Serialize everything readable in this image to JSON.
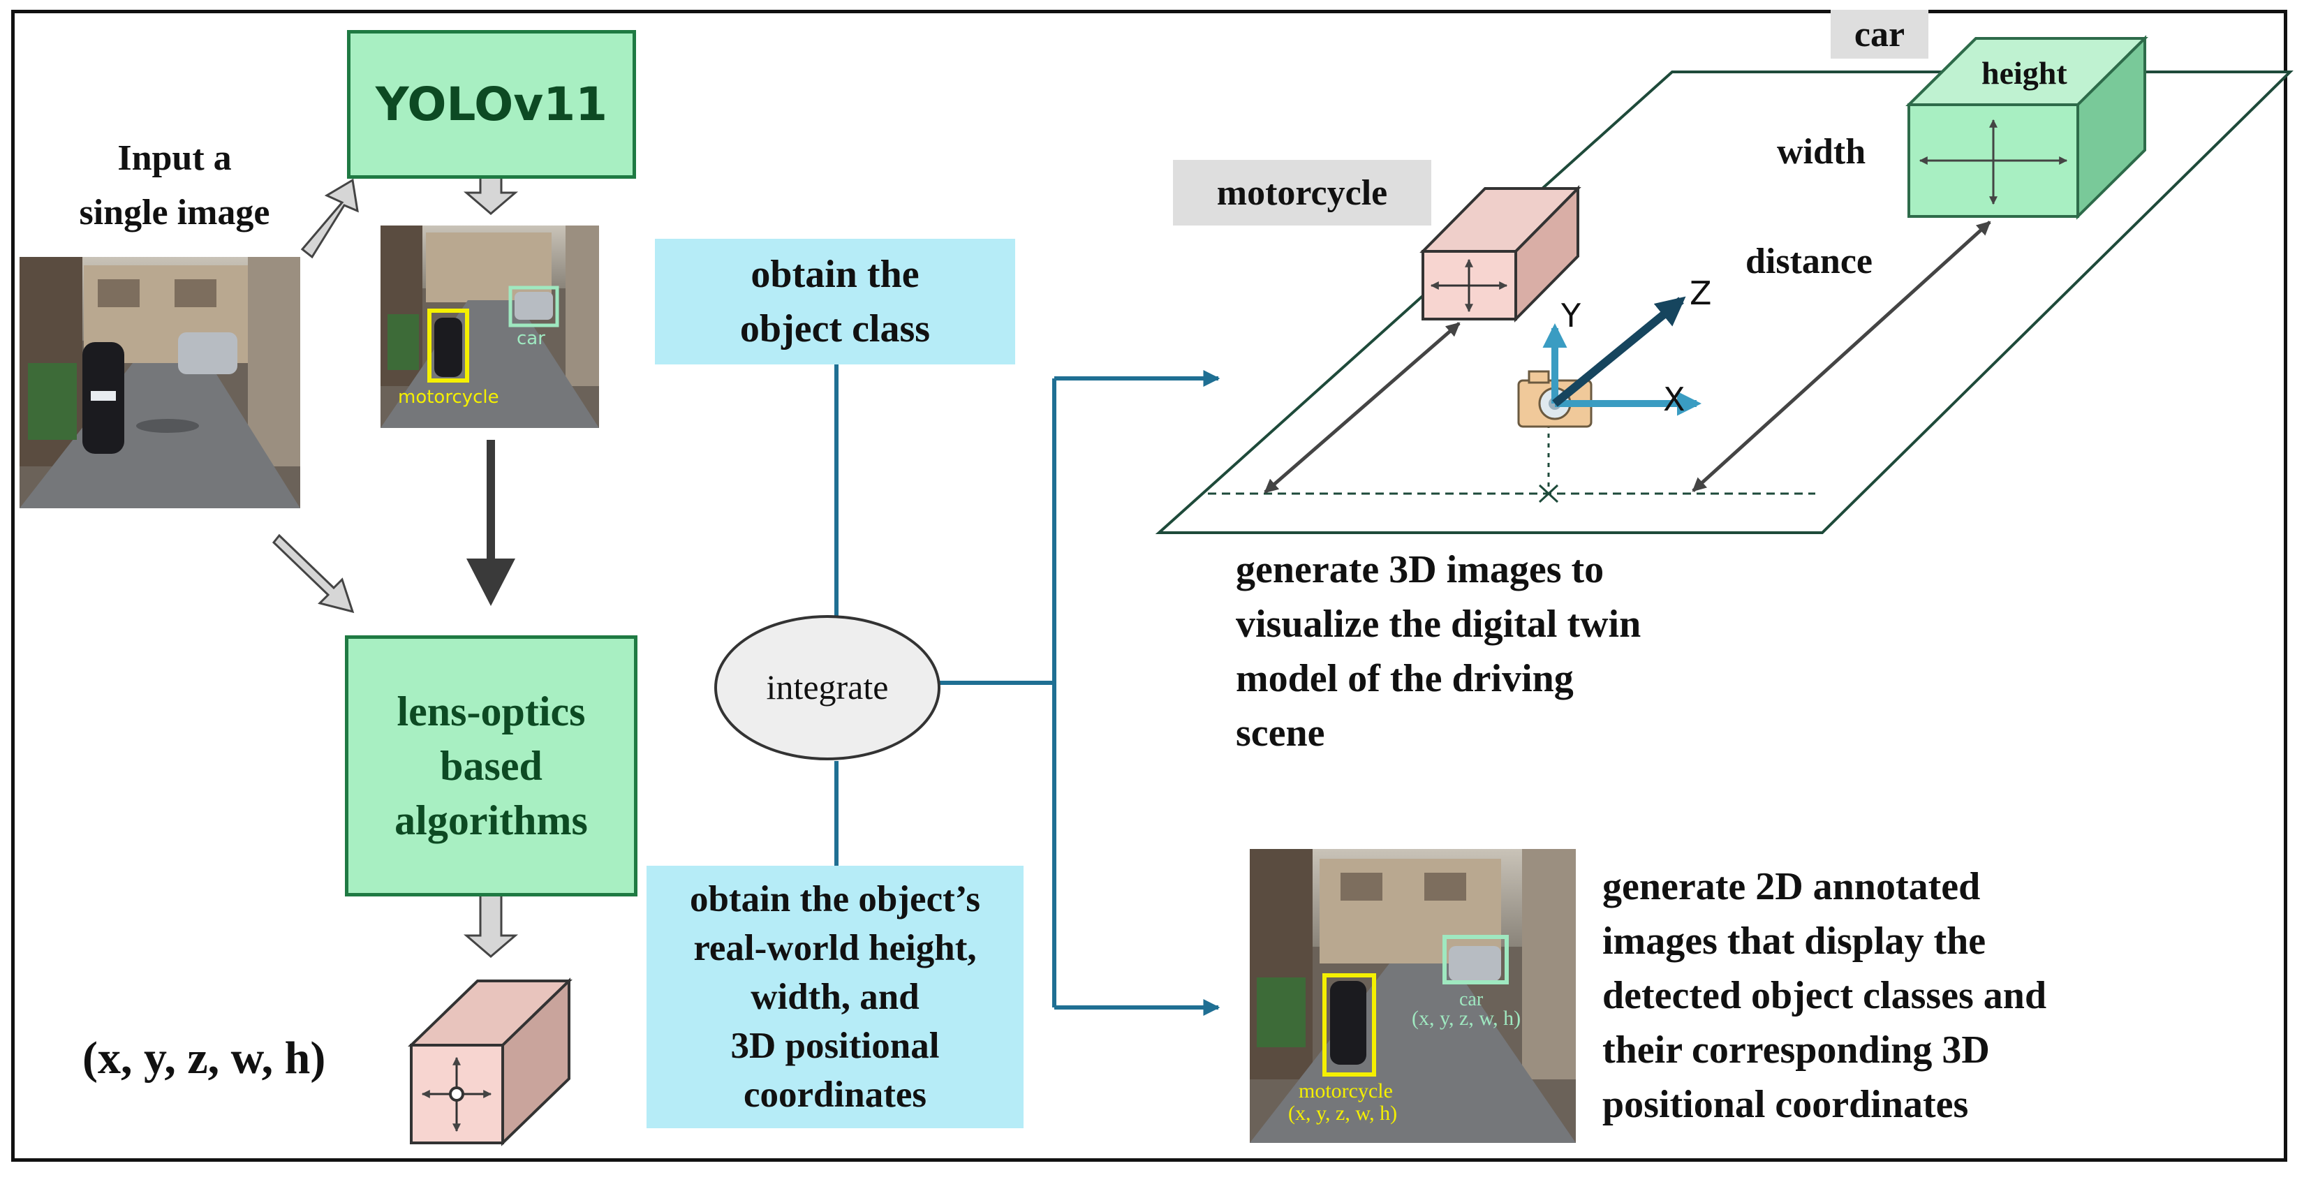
{
  "input_label": "Input a\nsingle image",
  "yolo_box": {
    "label": "YOLOv11"
  },
  "detection_labels": {
    "car": "car",
    "motorcycle": "motorcycle"
  },
  "lens_box": {
    "label": "lens-optics\nbased\nalgorithms"
  },
  "output_coords": "(x, y, z, w, h)",
  "obtain_class": "obtain the\nobject class",
  "obtain_dims": "obtain the object’s\nreal-world height,\nwidth, and\n3D positional\ncoordinates",
  "integrate": "integrate",
  "scene3d": {
    "car_tag": "car",
    "motorcycle_tag": "motorcycle",
    "height_label": "height",
    "width_label": "width",
    "distance_label": "distance",
    "axis_x": "X",
    "axis_y": "Y",
    "axis_z": "Z"
  },
  "desc_3d": "generate 3D images to\nvisualize the digital twin\nmodel of the driving\nscene",
  "annot2d": {
    "car_label": "car",
    "car_coords": "(x, y, z, w, h)",
    "moto_label": "motorcycle",
    "moto_coords": "(x, y, z, w, h)"
  },
  "desc_2d": "generate 2D annotated\nimages that display the\ndetected object classes and\ntheir corresponding 3D\npositional coordinates",
  "colors": {
    "green_fill": "#a8efc2",
    "green_border": "#1f7a43",
    "blue_fill": "#b6ecf7",
    "flow_line": "#1f6f93",
    "pink_box": "#f7d5d0",
    "yellow_bbox": "#f5f000",
    "mint_bbox": "#9fe8c0"
  }
}
